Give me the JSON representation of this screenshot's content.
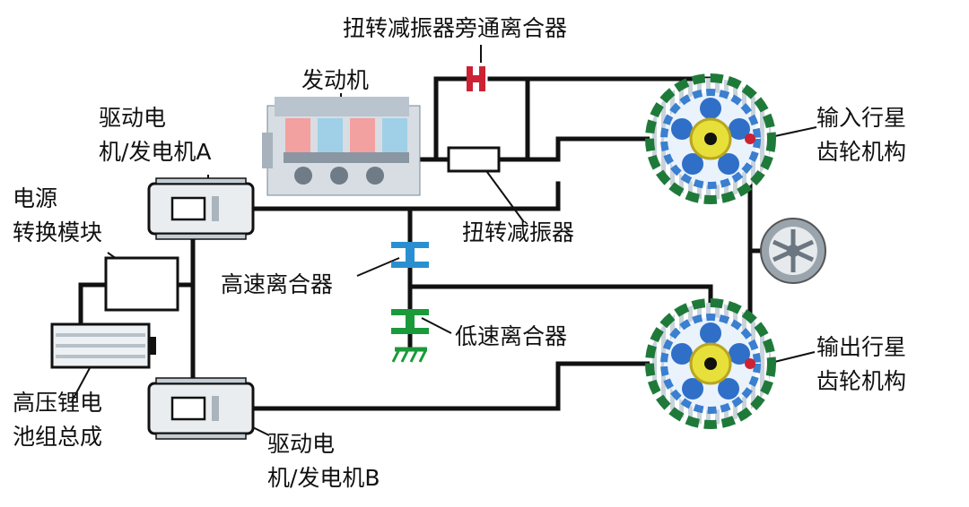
{
  "labels": {
    "bypass_clutch": "扭转减振器旁通离合器",
    "engine": "发动机",
    "motor_a_line1": "驱动电",
    "motor_a_line2": "机/发电机A",
    "input_planetary_line1": "输入行星",
    "input_planetary_line2": "齿轮机构",
    "power_module_line1": "电源",
    "power_module_line2": "转换模块",
    "torsional_damper": "扭转减振器",
    "high_speed_clutch": "高速离合器",
    "low_speed_clutch": "低速离合器",
    "output_planetary_line1": "输出行星",
    "output_planetary_line2": "齿轮机构",
    "battery_line1": "高压锂电",
    "battery_line2": "池组总成",
    "motor_b_line1": "驱动电",
    "motor_b_line2": "机/发电机B"
  },
  "icons": {
    "engine": "engine-cutaway-icon",
    "motor": "electric-motor-icon",
    "planetary": "planetary-gear-icon",
    "wheel": "wheel-icon",
    "battery": "battery-icon",
    "clutch": "clutch-icon"
  },
  "colors": {
    "wire": "#111111",
    "bypass_clutch": "#cc2233",
    "high_speed_clutch": "#2a8fd0",
    "low_speed_clutch": "#1a9a3a",
    "planetary_outer": "#1f7a3a",
    "planetary_ring": "#3a7fd0",
    "planetary_sun": "#e8e03a"
  }
}
